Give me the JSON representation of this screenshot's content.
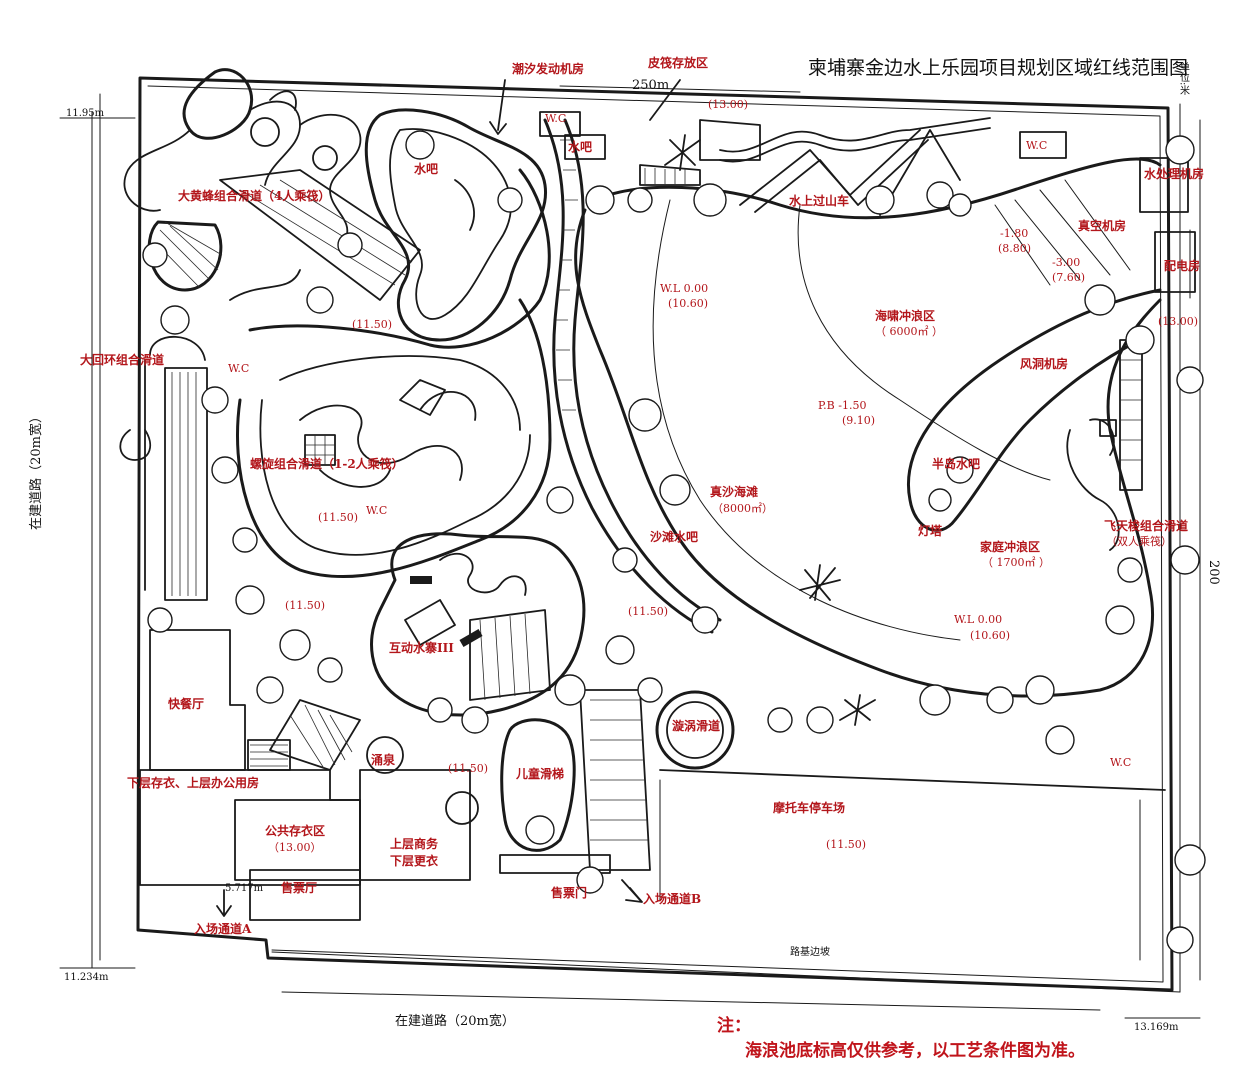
{
  "title": "柬埔寨金边水上乐园项目规划区域红线范围图",
  "unit_label": "单位:米",
  "dimensions": {
    "top_width": "250m",
    "right_height": "200",
    "corner_top_left": "11.95m",
    "corner_bottom_left": "11.234m",
    "corner_bottom_right": "13.169m",
    "entrance_width": "5.717m"
  },
  "roads": {
    "left": "在建道路（20m宽）",
    "bottom": "在建道路（20m宽）",
    "subgrade_edge": "路基边坡"
  },
  "labels": {
    "tide_engine_room": "潮汐发动机房",
    "luggage_storage": "皮筏存放区",
    "wc_top": "W.C",
    "water_bar_top": "水吧",
    "elev_top": "(13.00)",
    "wc_right_top": "W.C",
    "water_treatment": "水处理机房",
    "water_bar_left": "水吧",
    "water_coaster": "水上过山车",
    "bumblebee_slide": "大黄蜂组合滑道（4人乘筏）",
    "vacuum_room": "真空机房",
    "power_room": "配电房",
    "depth_a": "-1.80",
    "depth_a_elev": "(8.80)",
    "depth_b": "-3.00",
    "depth_b_elev": "(7.60)",
    "wl_top": "W.L  0.00",
    "wl_top_elev": "(10.60)",
    "tsunami_zone": "海啸冲浪区",
    "tsunami_area": "（ 6000㎡ ）",
    "elev_right": "(13.00)",
    "elev_1150_a": "(11.50)",
    "big_loop_slide": "大回环组合滑道",
    "wc_left": "W.C",
    "fan_room": "风洞机房",
    "pb": "P.B  -1.50",
    "pb_elev": "(9.10)",
    "spiral_slide": "螺旋组合滑道（1-2人乘筏）",
    "peninsula_bar": "半岛水吧",
    "real_beach": "真沙海滩",
    "real_beach_area": "（8000㎡）",
    "elev_1150_b": "(11.50)",
    "wc_mid": "W.C",
    "lighthouse": "灯塔",
    "beach_bar": "沙滩水吧",
    "flying_shuttle": "飞天梭组合滑道",
    "flying_shuttle_sub": "（双人乘筏）",
    "family_wave": "家庭冲浪区",
    "family_wave_area": "（ 1700㎡ ）",
    "elev_1150_c": "(11.50)",
    "elev_1150_d": "(11.50)",
    "wl_bottom": "W.L  0.00",
    "wl_bottom_elev": "(10.60)",
    "water_fort": "互动水寨III",
    "fast_food": "快餐厅",
    "vortex_slide": "漩涡滑道",
    "wc_bottom_right": "W.C",
    "fountain": "涌泉",
    "elev_1150_e": "(11.50)",
    "kids_slide": "儿童滑梯",
    "locker_office": "下层存衣、上层办公用房",
    "moto_parking": "摩托车停车场",
    "moto_elev": "(11.50)",
    "public_locker": "公共存衣区",
    "public_locker_elev": "（13.00）",
    "business": "上层商务",
    "changing": "下层更衣",
    "ticket_hall": "售票厅",
    "ticket_gate": "售票门",
    "entrance_a": "入场通道A",
    "entrance_b": "入场通道B"
  },
  "note": {
    "heading": "注：",
    "text": "海浪池底标高仅供参考，以工艺条件图为准。"
  }
}
